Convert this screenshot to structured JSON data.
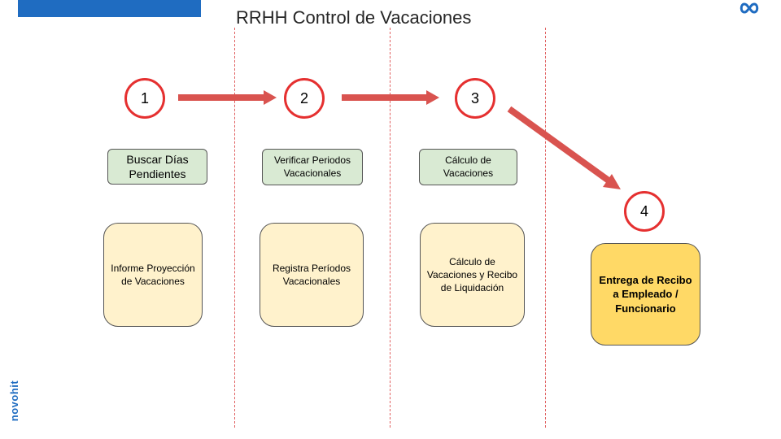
{
  "header": {
    "title": "RRHH Control de Vacaciones"
  },
  "branding": {
    "side_logo_text": "novohit",
    "corner_logo_icon": "infinity-link-icon",
    "accent_color": "#1f6cc1"
  },
  "steps": [
    {
      "number": "1",
      "label": "Buscar Días Pendientes",
      "card": "Informe Proyección de Vacaciones"
    },
    {
      "number": "2",
      "label": "Verificar Periodos Vacacionales",
      "card": "Registra Períodos Vacacionales"
    },
    {
      "number": "3",
      "label": "Cálculo de Vacaciones",
      "card": "Cálculo de Vacaciones y Recibo de Liquidación"
    },
    {
      "number": "4",
      "card": "Entrega de Recibo a Empleado / Funcionario"
    }
  ],
  "colors": {
    "circle_border": "#e53030",
    "arrow": "#d9534f",
    "label_fill": "#d9ead3",
    "card_fill": "#fff2cc",
    "final_card_fill": "#ffd966"
  }
}
